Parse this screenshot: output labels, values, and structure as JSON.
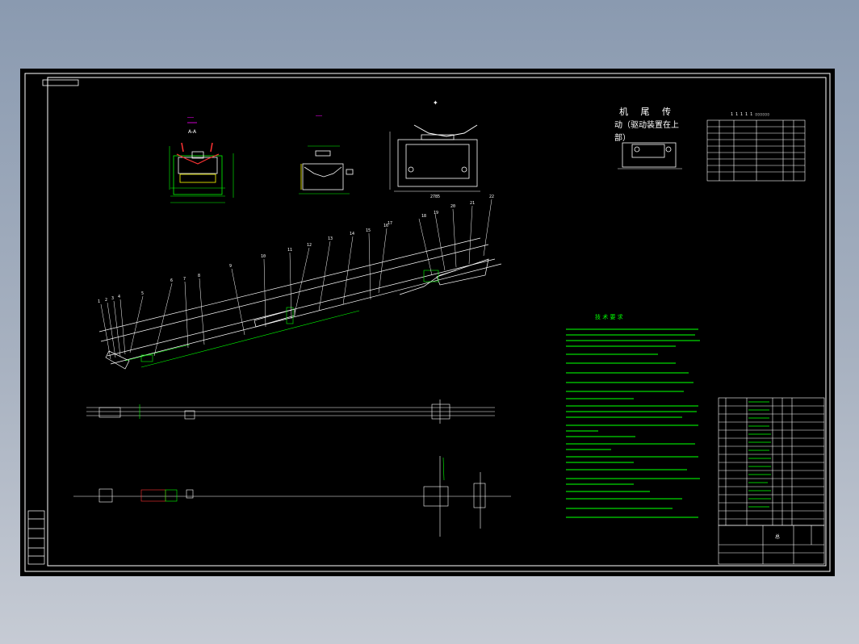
{
  "colors": {
    "background": "#000000",
    "frame": "#ffffff",
    "annotation": "#00ff00",
    "dimension": "#00ff00",
    "highlight_magenta": "#ff00ff",
    "highlight_yellow": "#ffff00",
    "highlight_red": "#ff3333"
  },
  "views": {
    "section_label": "A-A",
    "drive_title": "机 尾 传",
    "drive_subtitle": "动（驱动装置在上",
    "drive_subtitle2": "部）",
    "notes_title": "技 术 要 求",
    "side_view_dim": "2785"
  },
  "balloons": [
    "1",
    "2",
    "3",
    "4",
    "5",
    "6",
    "7",
    "8",
    "9",
    "10",
    "11",
    "12",
    "13",
    "14",
    "15",
    "16",
    "17",
    "18",
    "19",
    "20",
    "21",
    "22"
  ],
  "title_block": {
    "drawing_label": "总"
  },
  "icons": {
    "frame": "border-frame-icon",
    "north": "section-mark-icon"
  }
}
